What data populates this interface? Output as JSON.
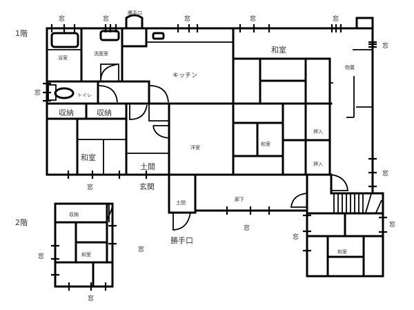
{
  "floors": {
    "first": "1階",
    "second": "2階"
  },
  "window": "窓",
  "rooms": {
    "bath": "浴室",
    "washroom": "洗面室",
    "toilet": "トイレ",
    "kitchen": "キッチン",
    "storage1": "収納",
    "storage2": "収納",
    "washitsu_left": "和室",
    "doma": "土間",
    "entrance": "玄関",
    "western": "洋室",
    "washitsu_top": "和室",
    "washitsu_mid": "和室",
    "shed": "物置",
    "closet1": "押入",
    "closet2": "押入",
    "doma_small": "土間",
    "corridor": "廊下",
    "back_door_top": "勝手口",
    "back_door_bottom": "勝手口",
    "washitsu_right": "和室",
    "storage_2f": "収納",
    "washitsu_2f": "和室"
  }
}
